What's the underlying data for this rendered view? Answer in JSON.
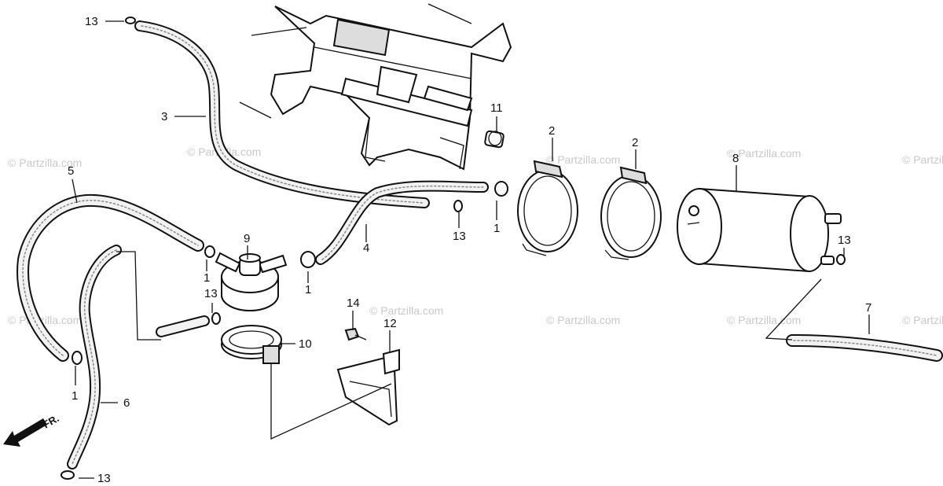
{
  "watermark": "© Partzilla.com",
  "callouts": {
    "c13_top": "13",
    "c3": "3",
    "c5": "5",
    "c11": "11",
    "c2_a": "2",
    "c2_b": "2",
    "c8": "8",
    "c13_mid": "13",
    "c1_right": "1",
    "c4": "4",
    "c9": "9",
    "c1_a": "1",
    "c1_b": "1",
    "c13_pump": "13",
    "c14": "14",
    "c12": "12",
    "c10": "10",
    "c13_right": "13",
    "c7": "7",
    "c6": "6",
    "c1_left": "1",
    "c13_bottom": "13"
  },
  "fr_marker": "FR.",
  "icons": {
    "front_arrow": "arrow-left-down-icon"
  }
}
